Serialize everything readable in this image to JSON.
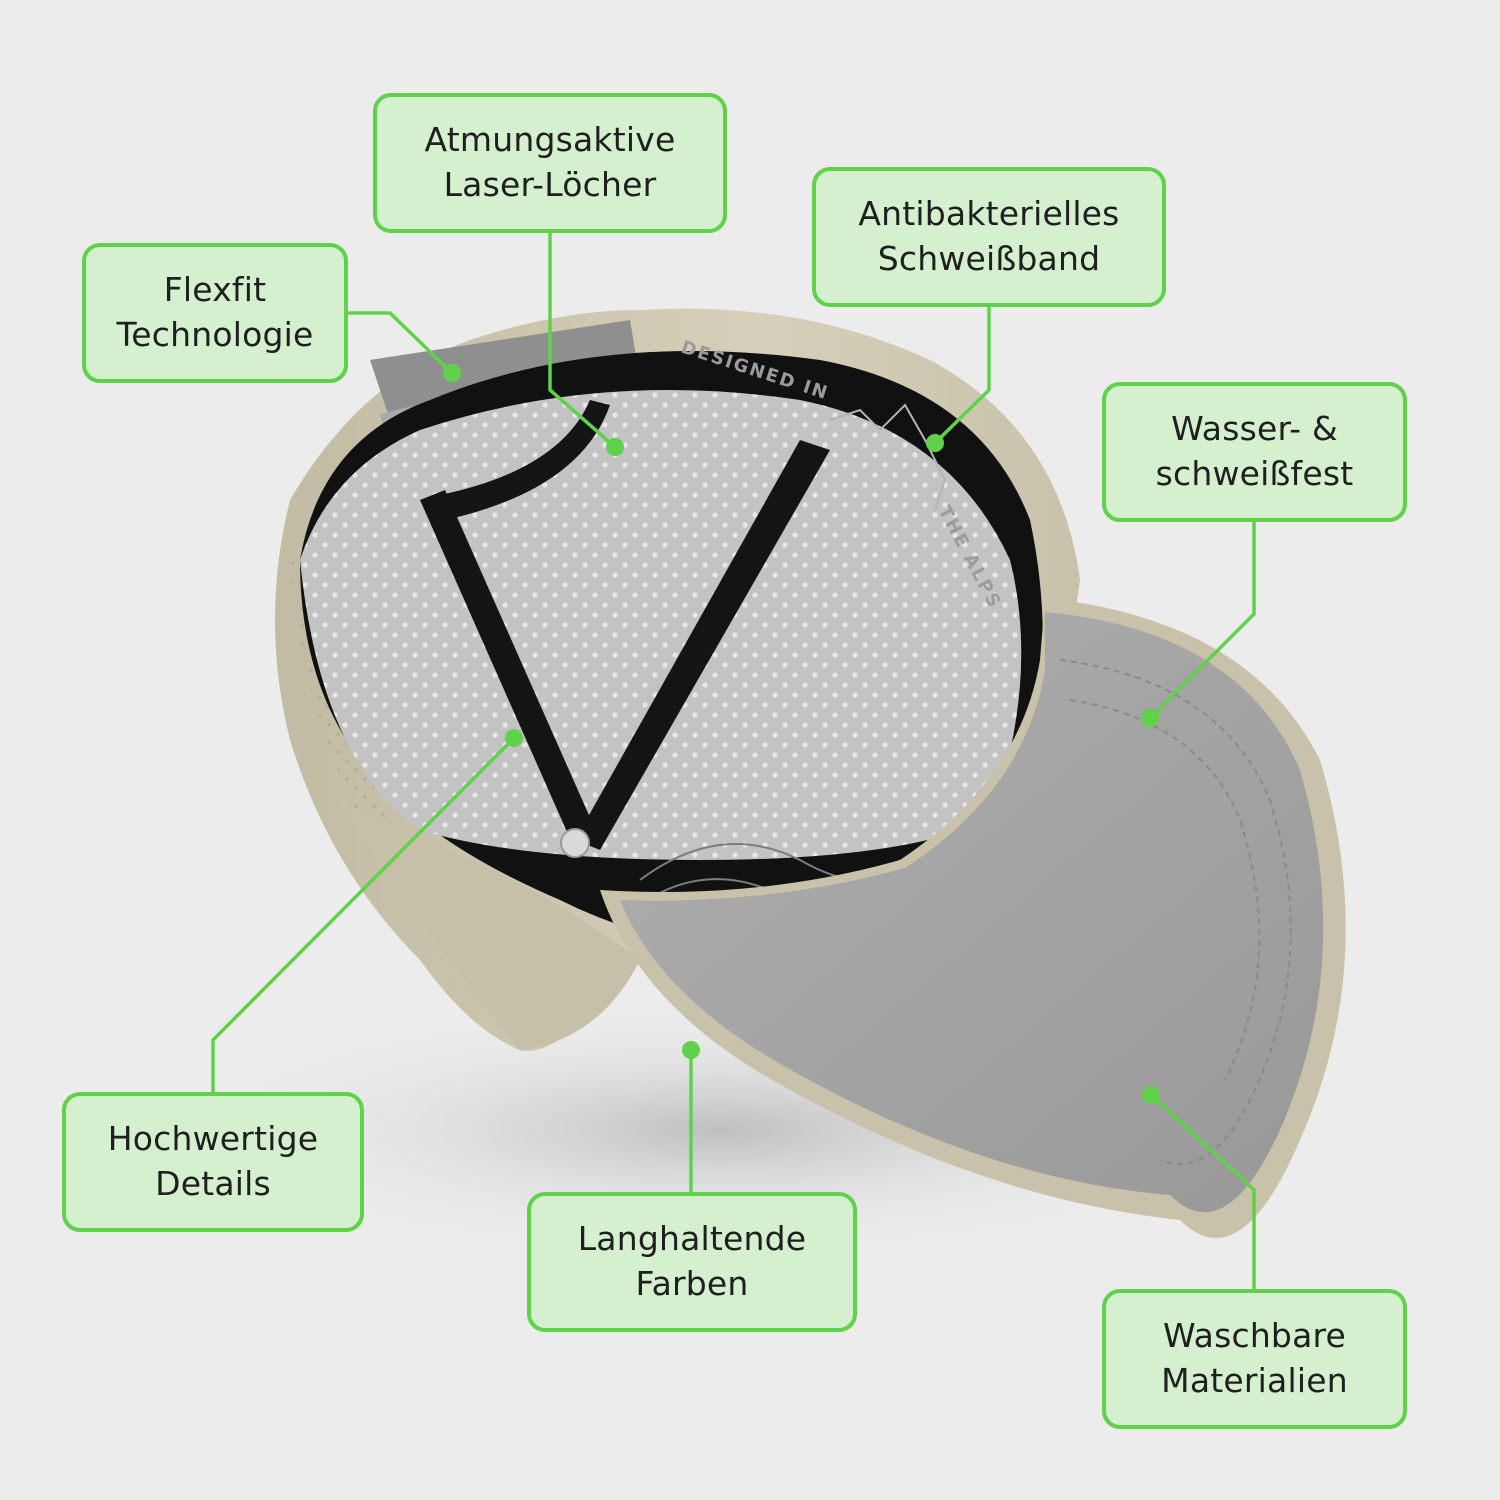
{
  "callouts": {
    "flexfit": {
      "line1": "Flexfit",
      "line2": "Technologie"
    },
    "laser": {
      "line1": "Atmungsaktive",
      "line2": "Laser-Löcher"
    },
    "sweatband": {
      "line1": "Antibakterielles",
      "line2": "Schweißband"
    },
    "waterproof": {
      "line1": "Wasser- &",
      "line2": "schweißfest"
    },
    "details": {
      "line1": "Hochwertige",
      "line2": "Details"
    },
    "colors": {
      "line1": "Langhaltende",
      "line2": "Farben"
    },
    "washable": {
      "line1": "Waschbare",
      "line2": "Materialien"
    }
  },
  "cap": {
    "band_text_1": "DESIGNED IN",
    "band_text_2": "THE ALPS"
  },
  "colors": {
    "accent_green": "#5fd24a",
    "callout_fill": "#d4f0cf",
    "cap_shell": "#cfc8b2",
    "brim_underside": "#a3a3a3",
    "inner_mesh": "#c9c9c9",
    "sweatband": "#111111"
  }
}
